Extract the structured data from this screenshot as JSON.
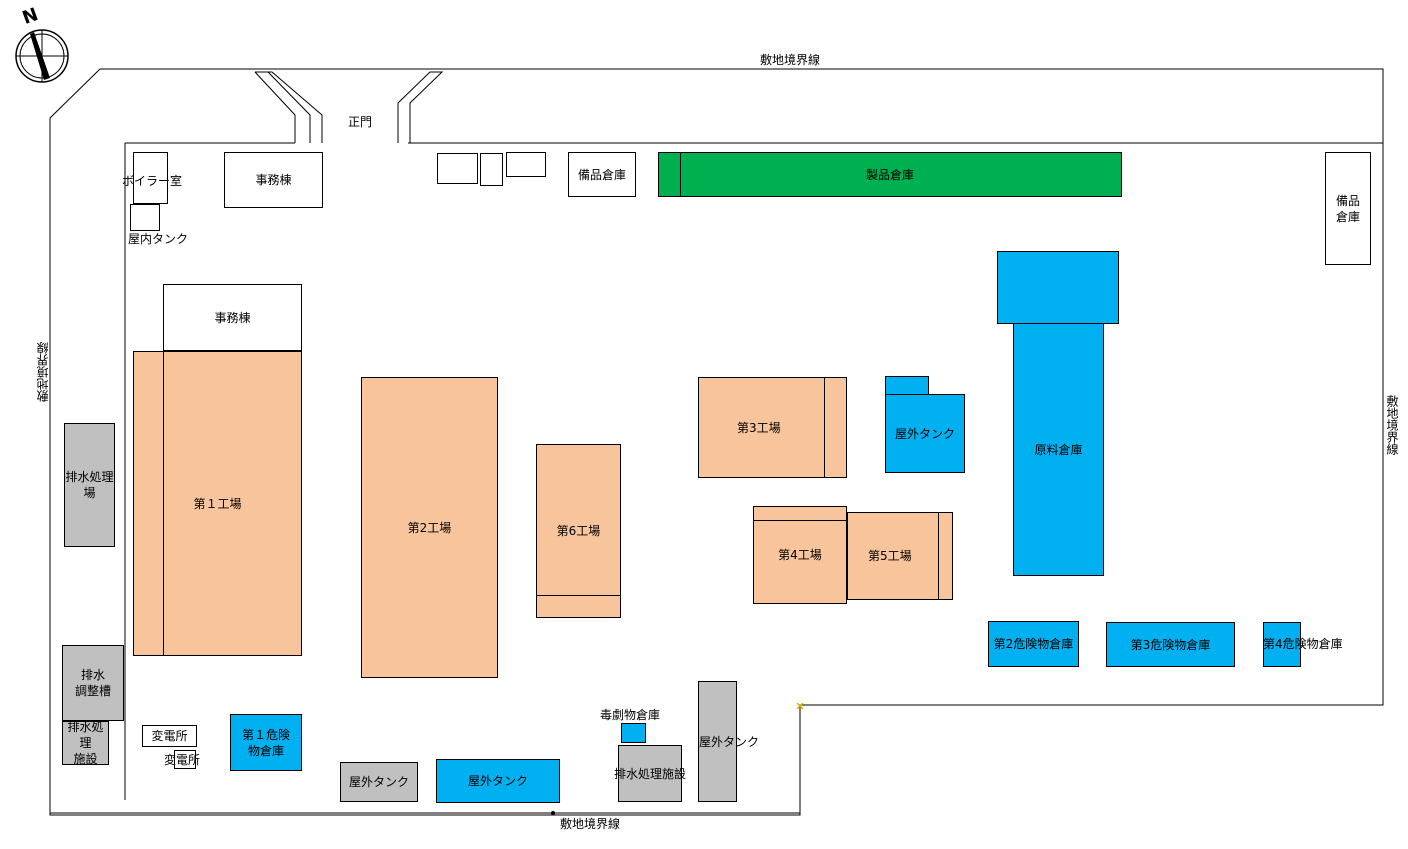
{
  "compass": {
    "letter": "N"
  },
  "boundary": {
    "top": "敷地境界線",
    "left": "敷地境界線",
    "right": "敷地境界線",
    "bottom": "敷地境界線"
  },
  "gate": "正門",
  "buildings": {
    "boiler": "ボイラー室",
    "indoor_tank": "屋内タンク",
    "office_top": "事務棟",
    "supply_store_top": "備品倉庫",
    "product_store": "製品倉庫",
    "supply_store_right": "備品\n倉庫",
    "office_mid": "事務棟",
    "factory1": "第１工場",
    "factory2": "第2工場",
    "factory6": "第6工場",
    "factory3": "第3工場",
    "factory4": "第4工場",
    "factory5": "第5工場",
    "outdoor_tank_right": "屋外タンク",
    "raw_material_store": "原料倉庫",
    "hazmat2": "第2危険物倉庫",
    "hazmat3": "第3危険物倉庫",
    "hazmat4": "第4危険物倉庫",
    "drain_plant_left": "排水処理場",
    "drain_adjust": "排水\n調整槽",
    "drain_facility_left": "排水処理\n施設",
    "substation_a": "変電所",
    "substation_b": "変電所",
    "hazmat1": "第１危険\n物倉庫",
    "outdoor_tank_small": "屋外タンク",
    "outdoor_tank_blue": "屋外タンク",
    "poison_store": "毒劇物倉庫",
    "drain_facility_bottom": "排水処理施設",
    "outdoor_tank_tall": "屋外タンク"
  },
  "colors": {
    "factory": "#f8c49b",
    "storage_blue": "#00b0f0",
    "product_green": "#00b050",
    "utility_gray": "#c0c0c0"
  }
}
